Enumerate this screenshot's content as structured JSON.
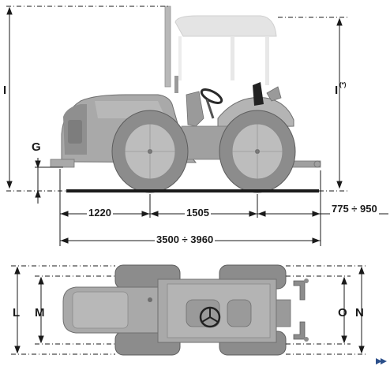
{
  "side_view": {
    "height_label": "I",
    "height_cab_label": "I",
    "height_cab_sup": "(*)",
    "ground_clearance_label": "G",
    "dim_front_overhang": "1220",
    "dim_wheelbase": "1505",
    "dim_rear_overhang": "775 ÷ 950",
    "dim_total_length": "3500 ÷ 3960"
  },
  "top_view": {
    "width_outer_left": "L",
    "width_inner_left": "M",
    "width_inner_right": "O",
    "width_outer_right": "N"
  },
  "colors": {
    "body": "#a9a9a9",
    "body_dark": "#7d7d7d",
    "body_light": "#cfcfcf",
    "cab_ghost": "#e2e2e2",
    "tyre": "#8c8c8c",
    "rim": "#bdbdbd",
    "ground": "#1a1a1a",
    "dim_line": "#1a1a1a"
  }
}
